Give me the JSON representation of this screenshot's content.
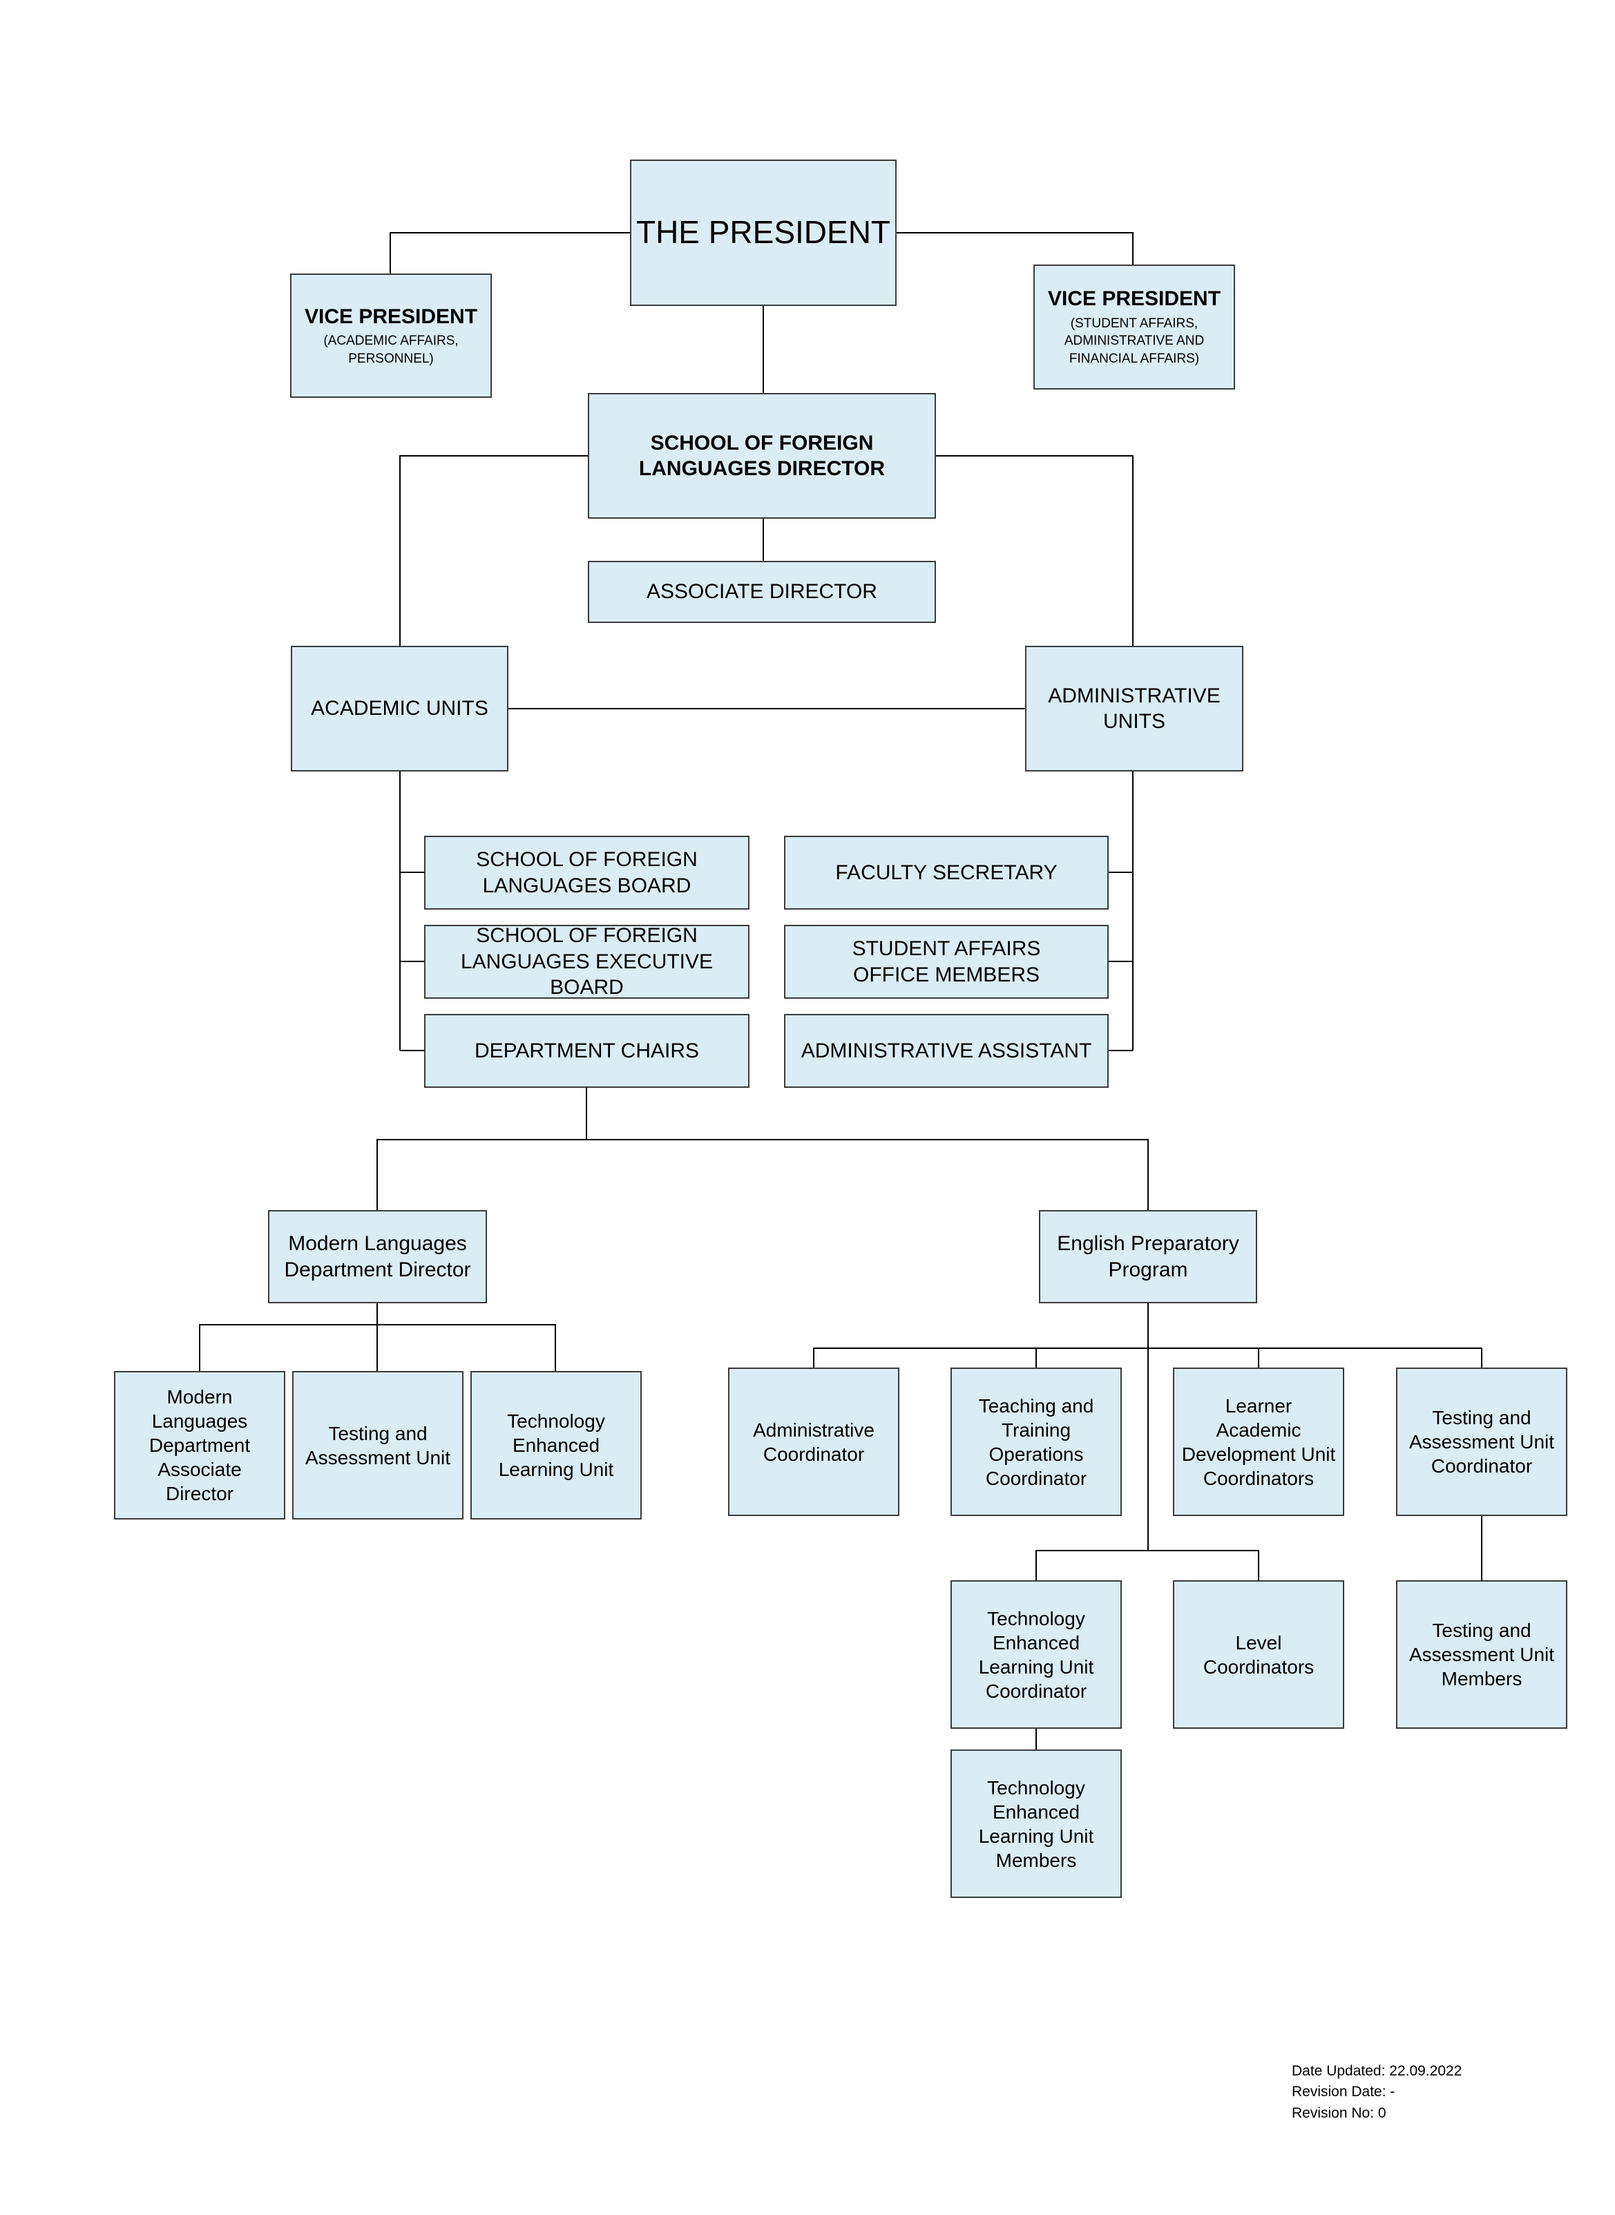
{
  "president": {
    "title": "THE PRESIDENT"
  },
  "vp_left": {
    "title": "VICE PRESIDENT",
    "subtitle": "(ACADEMIC AFFAIRS, PERSONNEL)"
  },
  "vp_right": {
    "title": "VICE PRESIDENT",
    "subtitle": "(STUDENT AFFAIRS, ADMINISTRATIVE AND FINANCIAL AFFAIRS)"
  },
  "director": {
    "title": "SCHOOL OF FOREIGN LANGUAGES DIRECTOR"
  },
  "associate_director": {
    "title": "ASSOCIATE DIRECTOR"
  },
  "academic_units": {
    "title": "ACADEMIC UNITS"
  },
  "administrative_units": {
    "title": "ADMINISTRATIVE UNITS"
  },
  "academic_items": [
    "SCHOOL OF FOREIGN LANGUAGES BOARD",
    "SCHOOL OF FOREIGN LANGUAGES EXECUTIVE BOARD",
    "DEPARTMENT CHAIRS"
  ],
  "administrative_items": [
    "FACULTY SECRETARY",
    "STUDENT AFFAIRS OFFICE MEMBERS",
    "ADMINISTRATIVE ASSISTANT"
  ],
  "modern_languages": {
    "title": "Modern Languages Department Director",
    "units": [
      "Modern Languages Department Associate Director",
      "Testing and Assessment Unit",
      "Technology Enhanced Learning Unit"
    ]
  },
  "english_prep": {
    "title": "English Preparatory Program",
    "coordinators": [
      "Administrative Coordinator",
      "Teaching and Training Operations Coordinator",
      "Learner Academic Development Unit Coordinators",
      "Testing and Assessment Unit Coordinator"
    ],
    "tel_coordinator": "Technology Enhanced Learning Unit Coordinator",
    "level_coordinators": "Level Coordinators",
    "testing_members": "Testing and Assessment Unit Members",
    "tel_members": "Technology Enhanced Learning Unit Members"
  },
  "footer": {
    "date_updated": "Date Updated: 22.09.2022",
    "revision_date": "Revision Date: -",
    "revision_no": "Revision No: 0"
  }
}
